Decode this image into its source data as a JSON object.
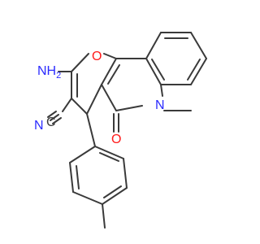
{
  "colors": {
    "bond": "#3a3a3a",
    "nitrogen": "#2b2bff",
    "oxygen": "#ff1a1a",
    "background": "#ffffff"
  },
  "labels": {
    "amine": "NH",
    "amine_subscript": "2",
    "ring_oxygen": "O",
    "nitrile_n": "N",
    "nitrile_c": "C",
    "ring_nitrogen": "N",
    "carbonyl_oxygen": "O"
  }
}
